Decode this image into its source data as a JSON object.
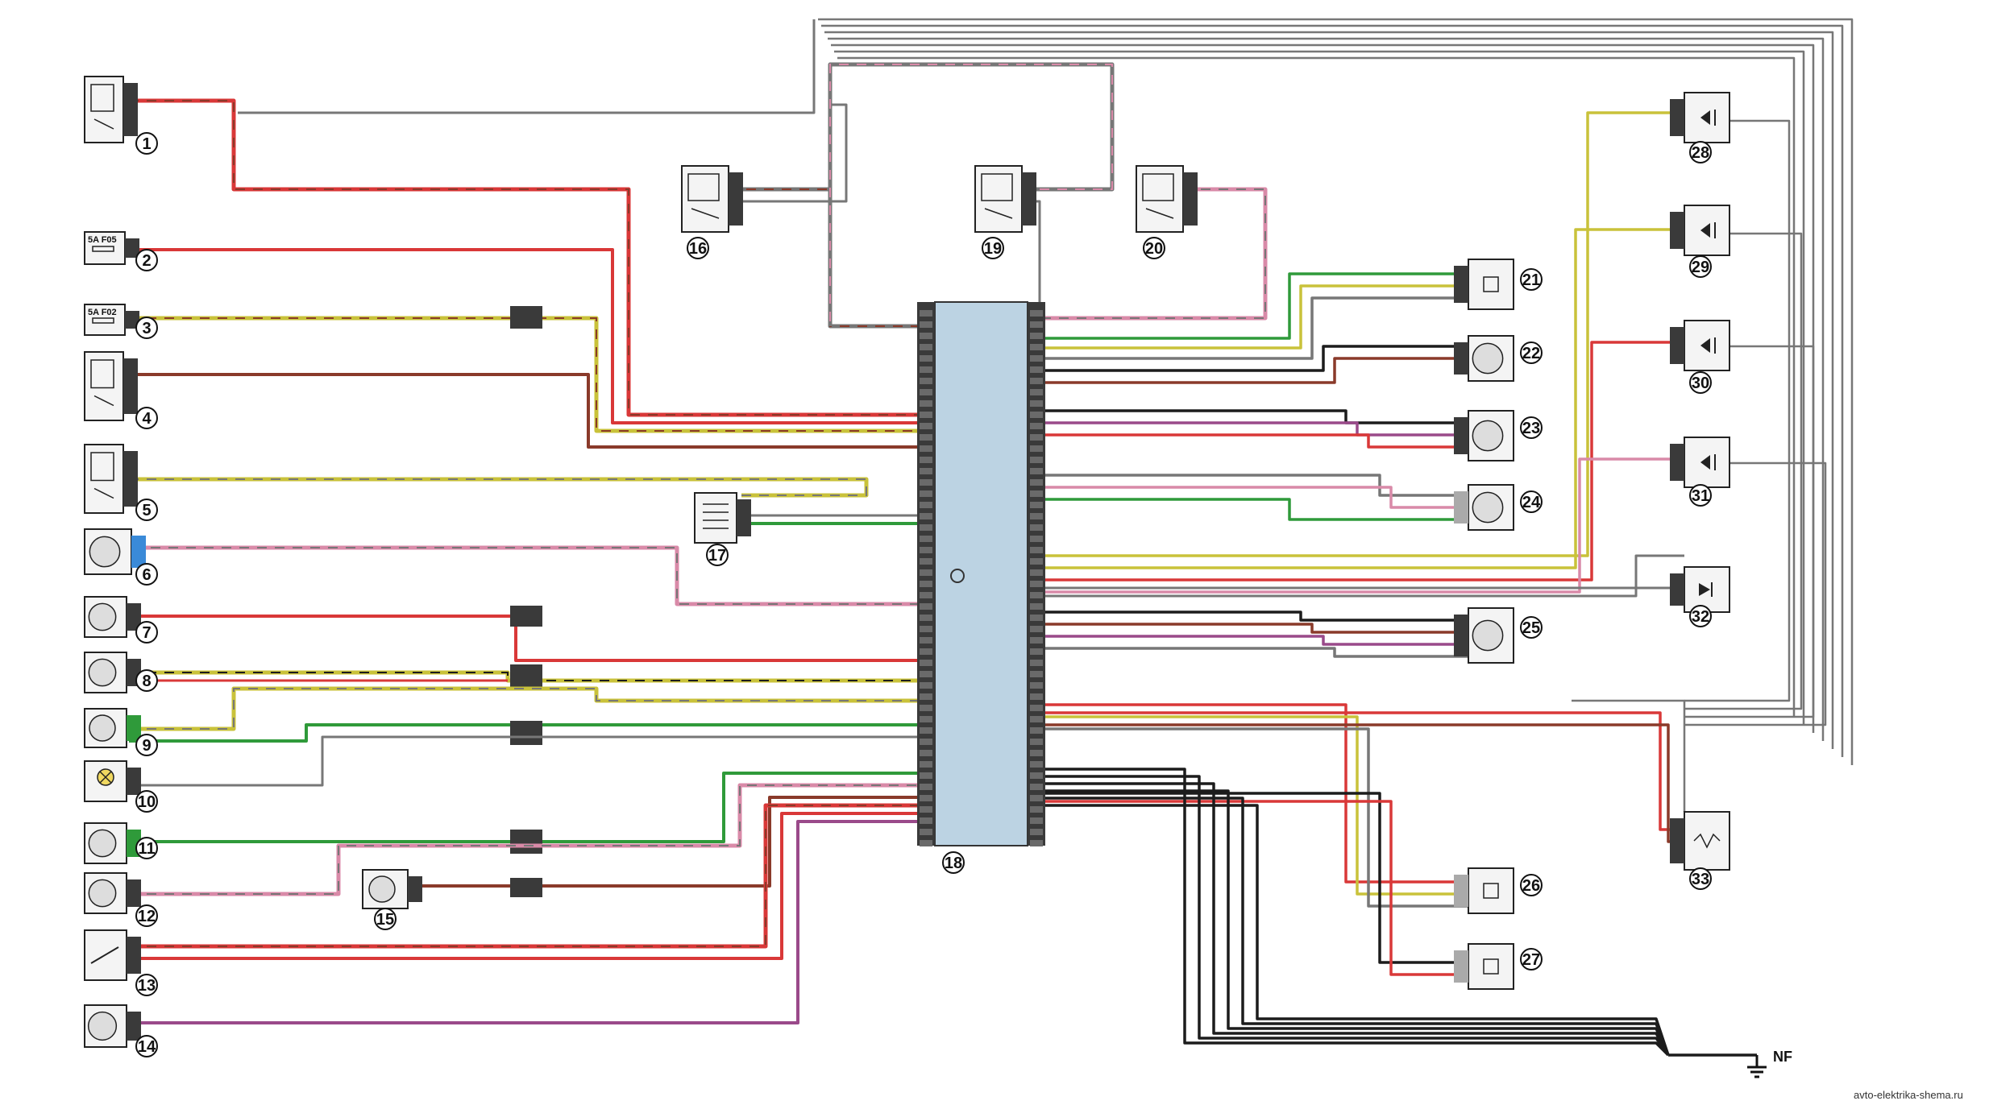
{
  "ecu_label": "18",
  "components": [
    {
      "id": "1",
      "name": "relay"
    },
    {
      "id": "2",
      "name": "fuse",
      "text": "5A F05"
    },
    {
      "id": "3",
      "name": "fuse",
      "text": "5A F02"
    },
    {
      "id": "4",
      "name": "relay"
    },
    {
      "id": "5",
      "name": "relay"
    },
    {
      "id": "6",
      "name": "sensor"
    },
    {
      "id": "7",
      "name": "sensor"
    },
    {
      "id": "8",
      "name": "gauge"
    },
    {
      "id": "9",
      "name": "sensor"
    },
    {
      "id": "10",
      "name": "lamp"
    },
    {
      "id": "11",
      "name": "sensor"
    },
    {
      "id": "12",
      "name": "sensor"
    },
    {
      "id": "13",
      "name": "switch"
    },
    {
      "id": "14",
      "name": "sensor"
    },
    {
      "id": "15",
      "name": "sensor"
    },
    {
      "id": "16",
      "name": "relay"
    },
    {
      "id": "17",
      "name": "coil"
    },
    {
      "id": "19",
      "name": "relay"
    },
    {
      "id": "20",
      "name": "relay"
    },
    {
      "id": "21",
      "name": "pressure-switch"
    },
    {
      "id": "22",
      "name": "sensor"
    },
    {
      "id": "23",
      "name": "sensor"
    },
    {
      "id": "24",
      "name": "temperature-sensor"
    },
    {
      "id": "25",
      "name": "sensor"
    },
    {
      "id": "26",
      "name": "pressure-switch"
    },
    {
      "id": "27",
      "name": "pressure-switch"
    },
    {
      "id": "28",
      "name": "injector"
    },
    {
      "id": "29",
      "name": "injector"
    },
    {
      "id": "30",
      "name": "injector"
    },
    {
      "id": "31",
      "name": "injector"
    },
    {
      "id": "32",
      "name": "diode"
    },
    {
      "id": "33",
      "name": "heater"
    }
  ],
  "ground_label": "NF",
  "footer": "avto-elektrika-shema.ru",
  "colors": {
    "red": "#d93838",
    "brown": "#8a3a2a",
    "gray": "#777777",
    "black": "#1c1c1c",
    "green": "#2f9a3a",
    "yellow": "#c9c23a",
    "pink": "#d98aa8",
    "violet": "#9a4a8a",
    "ecu_fill": "#bcd3e3",
    "connector": "#3a3a3a"
  }
}
